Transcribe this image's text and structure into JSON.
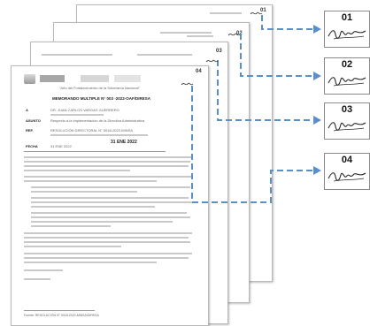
{
  "pages": [
    {
      "number": "01"
    },
    {
      "number": "02"
    },
    {
      "number": "03"
    },
    {
      "number": "04"
    }
  ],
  "signature_boxes": [
    {
      "label": "01"
    },
    {
      "label": "02"
    },
    {
      "label": "03"
    },
    {
      "label": "04"
    }
  ],
  "document": {
    "header_motto": "\"Año del Fortalecimiento de la Soberanía Nacional\"",
    "memo_title": "MEMORANDO MULTIPLE N° 003 -2022-OAF/DIRESA",
    "fields": [
      {
        "key": "A",
        "value": "DR. JUAN CARLOS VARGAS GUERRERO"
      },
      {
        "key": "ASUNTO",
        "value": "Respecto a la implementación de la Directiva Administrativa"
      },
      {
        "key": "REF.",
        "value": "RESOLUCIÓN DIRECTORAL N° 0018-2022-MINSA"
      },
      {
        "key": "FECHA",
        "value": "31 ENE 2022"
      }
    ],
    "date_stamp": "31 ENE 2022",
    "footnote": "Fuente: RESOLUCIÓN N° 0018-2022-MINSA/DIRESA"
  },
  "colors": {
    "connector": "#5b8fc8",
    "page_border": "#b9b9b9",
    "signature_ink": "#2a2a2a"
  }
}
